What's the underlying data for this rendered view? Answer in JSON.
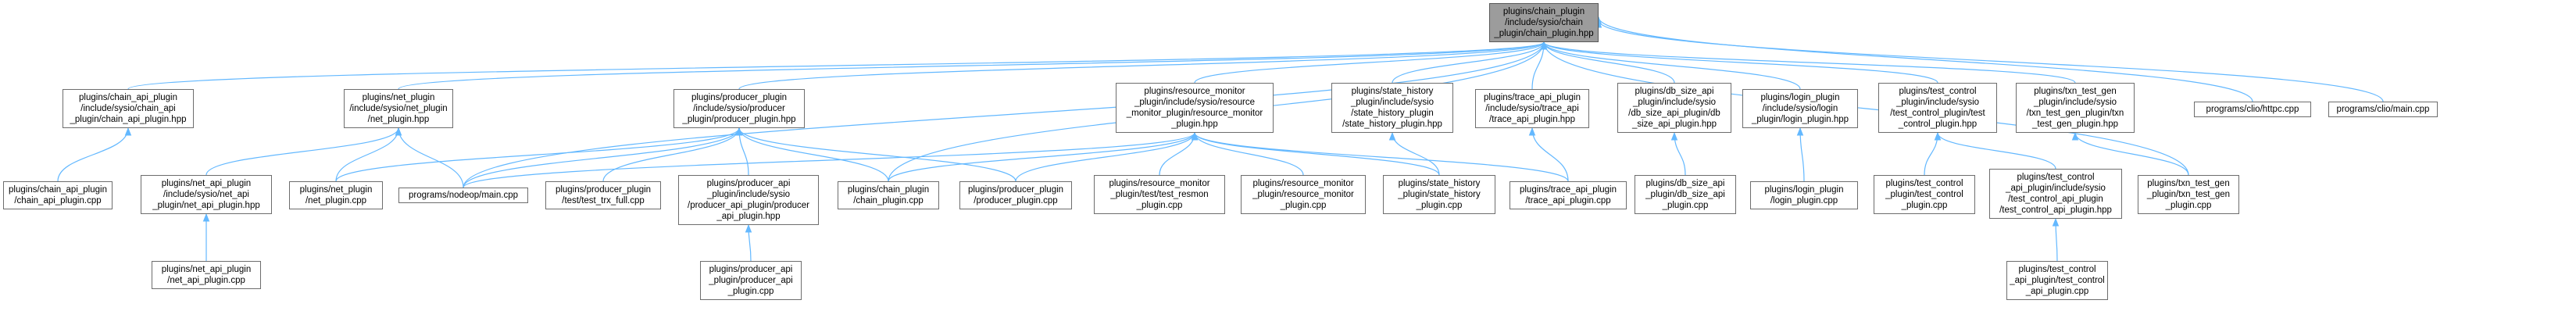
{
  "colors": {
    "edge": "#63b8ff",
    "node_border": "#6d6d6d",
    "root_fill": "#9c9c9c",
    "node_fill": "#ffffff"
  },
  "nodes": {
    "root": "plugins/chain_plugin\n/include/sysio/chain\n_plugin/chain_plugin.hpp",
    "chain_api_hpp": "plugins/chain_api_plugin\n/include/sysio/chain_api\n_plugin/chain_api_plugin.hpp",
    "net_hpp": "plugins/net_plugin\n/include/sysio/net_plugin\n/net_plugin.hpp",
    "producer_hpp": "plugins/producer_plugin\n/include/sysio/producer\n_plugin/producer_plugin.hpp",
    "resmon_hpp": "plugins/resource_monitor\n_plugin/include/sysio/resource\n_monitor_plugin/resource_monitor\n_plugin.hpp",
    "state_history_hpp": "plugins/state_history\n_plugin/include/sysio\n/state_history_plugin\n/state_history_plugin.hpp",
    "trace_api_hpp": "plugins/trace_api_plugin\n/include/sysio/trace_api\n/trace_api_plugin.hpp",
    "db_size_hpp": "plugins/db_size_api\n_plugin/include/sysio\n/db_size_api_plugin/db\n_size_api_plugin.hpp",
    "login_hpp": "plugins/login_plugin\n/include/sysio/login\n_plugin/login_plugin.hpp",
    "test_control_hpp": "plugins/test_control\n_plugin/include/sysio\n/test_control_plugin/test\n_control_plugin.hpp",
    "txn_test_gen_hpp": "plugins/txn_test_gen\n_plugin/include/sysio\n/txn_test_gen_plugin/txn\n_test_gen_plugin.hpp",
    "httpc_cpp": "programs/clio/httpc.cpp",
    "clio_main_cpp": "programs/clio/main.cpp",
    "chain_api_cpp": "plugins/chain_api_plugin\n/chain_api_plugin.cpp",
    "net_api_hpp": "plugins/net_api_plugin\n/include/sysio/net_api\n_plugin/net_api_plugin.hpp",
    "net_cpp": "plugins/net_plugin\n/net_plugin.cpp",
    "nodeop_main_cpp": "programs/nodeop/main.cpp",
    "test_trx_full_cpp": "plugins/producer_plugin\n/test/test_trx_full.cpp",
    "producer_api_hpp": "plugins/producer_api\n_plugin/include/sysio\n/producer_api_plugin/producer\n_api_plugin.hpp",
    "chain_plugin_cpp": "plugins/chain_plugin\n/chain_plugin.cpp",
    "producer_plugin_cpp": "plugins/producer_plugin\n/producer_plugin.cpp",
    "test_resmon_cpp": "plugins/resource_monitor\n_plugin/test/test_resmon\n_plugin.cpp",
    "resmon_cpp": "plugins/resource_monitor\n_plugin/resource_monitor\n_plugin.cpp",
    "state_history_cpp": "plugins/state_history\n_plugin/state_history\n_plugin.cpp",
    "trace_api_cpp": "plugins/trace_api_plugin\n/trace_api_plugin.cpp",
    "db_size_cpp": "plugins/db_size_api\n_plugin/db_size_api\n_plugin.cpp",
    "login_cpp": "plugins/login_plugin\n/login_plugin.cpp",
    "test_control_cpp": "plugins/test_control\n_plugin/test_control\n_plugin.cpp",
    "test_control_api_hpp": "plugins/test_control\n_api_plugin/include/sysio\n/test_control_api_plugin\n/test_control_api_plugin.hpp",
    "txn_test_gen_cpp": "plugins/txn_test_gen\n_plugin/txn_test_gen\n_plugin.cpp",
    "net_api_cpp": "plugins/net_api_plugin\n/net_api_plugin.cpp",
    "producer_api_cpp": "plugins/producer_api\n_plugin/producer_api\n_plugin.cpp",
    "test_control_api_cpp": "plugins/test_control\n_api_plugin/test_control\n_api_plugin.cpp"
  }
}
